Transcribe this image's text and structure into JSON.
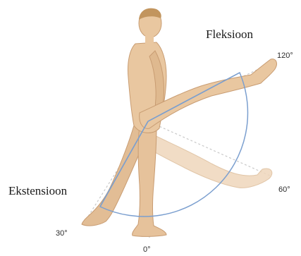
{
  "labels": {
    "flexion": "Fleksioon",
    "extension": "Ekstensioon",
    "deg_120": "120°",
    "deg_60": "60°",
    "deg_30": "30°",
    "deg_0": "0°"
  },
  "colors": {
    "skin": "#e9c7a0",
    "skin_shadow": "#d3a77c",
    "skin_ghost": "#efd7bc",
    "arc": "#7b9fcf",
    "guide": "#c9c9c9",
    "hair": "#c2955e"
  }
}
